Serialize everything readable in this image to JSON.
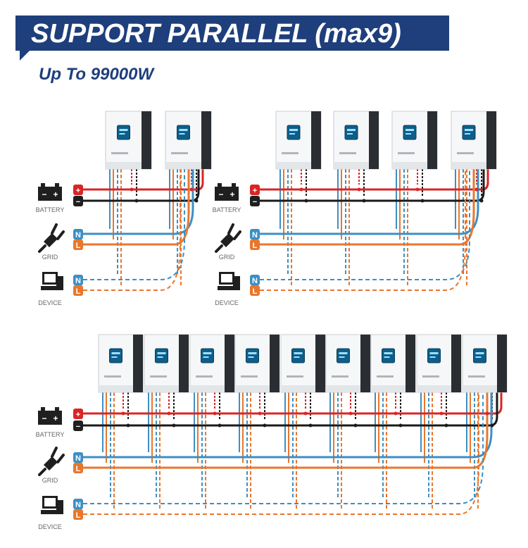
{
  "header": {
    "title": "SUPPORT PARALLEL (max9)",
    "subtitle": "Up To 99000W"
  },
  "labels": {
    "battery": "BATTERY",
    "grid": "GRID",
    "device": "DEVICE",
    "plus": "+",
    "minus": "−",
    "neutral": "N",
    "line": "L"
  },
  "colors": {
    "banner": "#1e3f7c",
    "positive": "#d92525",
    "negative": "#1a1a1a",
    "neutral": "#3d8fc4",
    "line": "#e8772e",
    "screen": "#0d5f8a"
  },
  "icons": [
    "battery-icon",
    "grid-plug-icon",
    "device-icon"
  ],
  "systems": [
    {
      "name": "system-2-units",
      "units": 2
    },
    {
      "name": "system-4-units",
      "units": 4
    },
    {
      "name": "system-9-units",
      "units": 9
    }
  ]
}
